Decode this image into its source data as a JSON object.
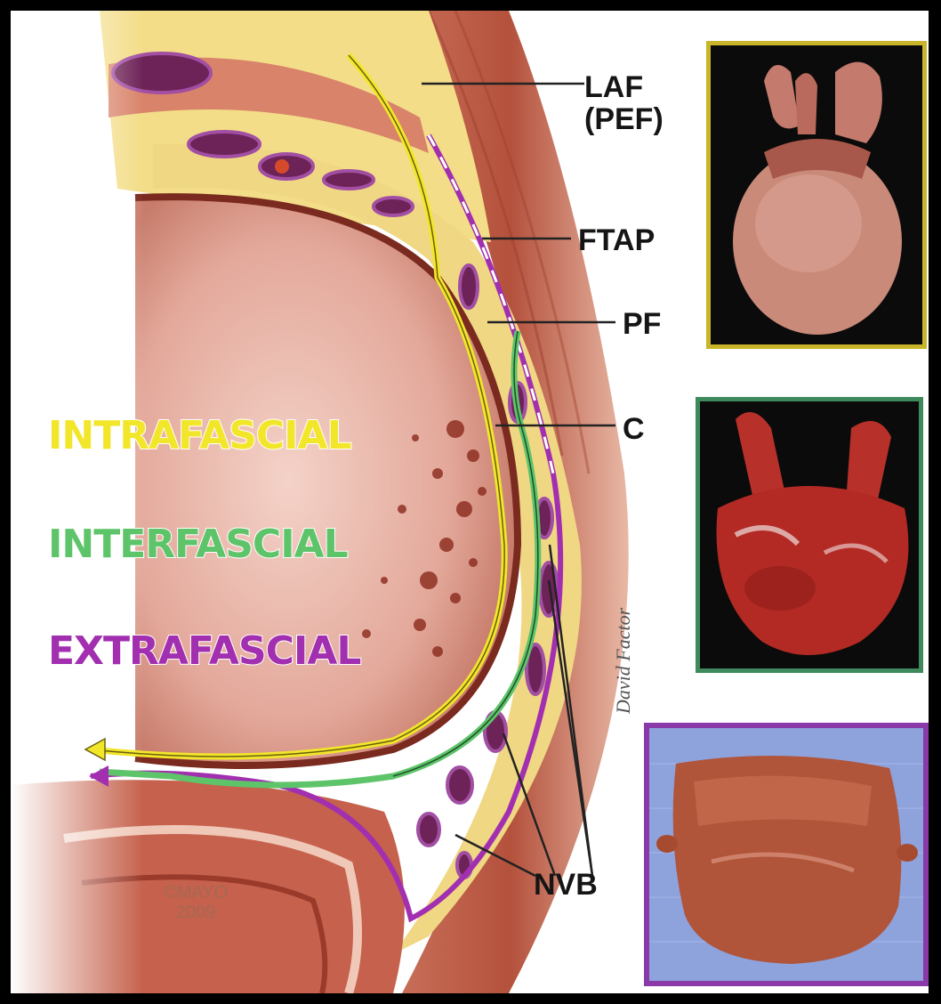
{
  "labels": {
    "laf_line1": "LAF",
    "laf_line2": "(PEF)",
    "ftap": "FTAP",
    "pf": "PF",
    "c": "C",
    "nvb": "NVB"
  },
  "zones": {
    "intrafascial": "INTRAFASCIAL",
    "interfascial": "INTERFASCIAL",
    "extrafascial": "EXTRAFASCIAL"
  },
  "credit": "David Factor",
  "copyright_line1": "©MAYO",
  "copyright_line2": "2009",
  "colors": {
    "intrafascial": "#f2e62a",
    "interfascial": "#5ec46a",
    "extrafascial": "#a12fb0",
    "photo_border_intra": "#c9b52a",
    "photo_border_inter": "#3e8a5c",
    "photo_border_extra": "#8a3aa8"
  }
}
